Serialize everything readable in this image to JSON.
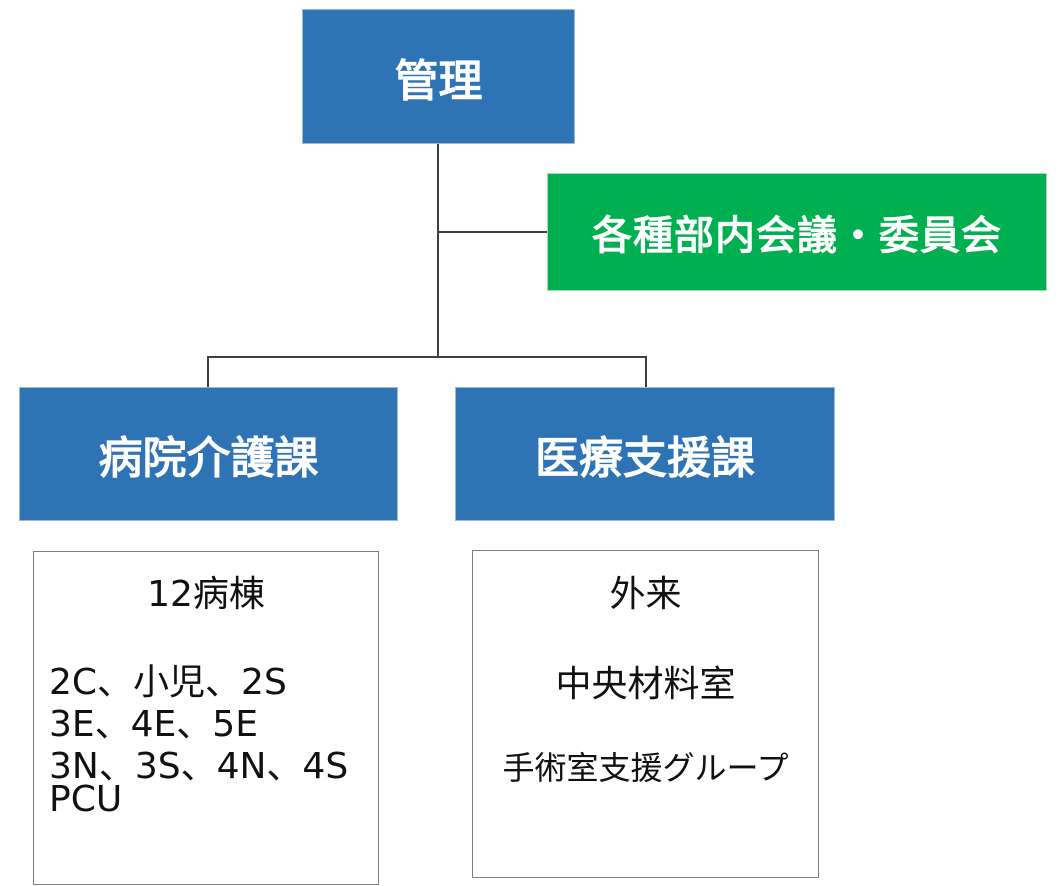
{
  "diagram": {
    "top_node": "管理",
    "committee_node": "各種部内会議・委員会",
    "left_node": "病院介護課",
    "right_node": "医療支援課",
    "left_box": {
      "heading": "12病棟",
      "lines": [
        "2C、小児、2S",
        "3E、4E、5E",
        "3N、3S、4N、4S",
        "PCU"
      ]
    },
    "right_box": {
      "lines": [
        "外来",
        "中央材料室",
        "手術室支援グループ"
      ]
    }
  },
  "colors": {
    "blue": "#2e74b5",
    "green": "#00b050",
    "connector": "#3f3f3f"
  }
}
